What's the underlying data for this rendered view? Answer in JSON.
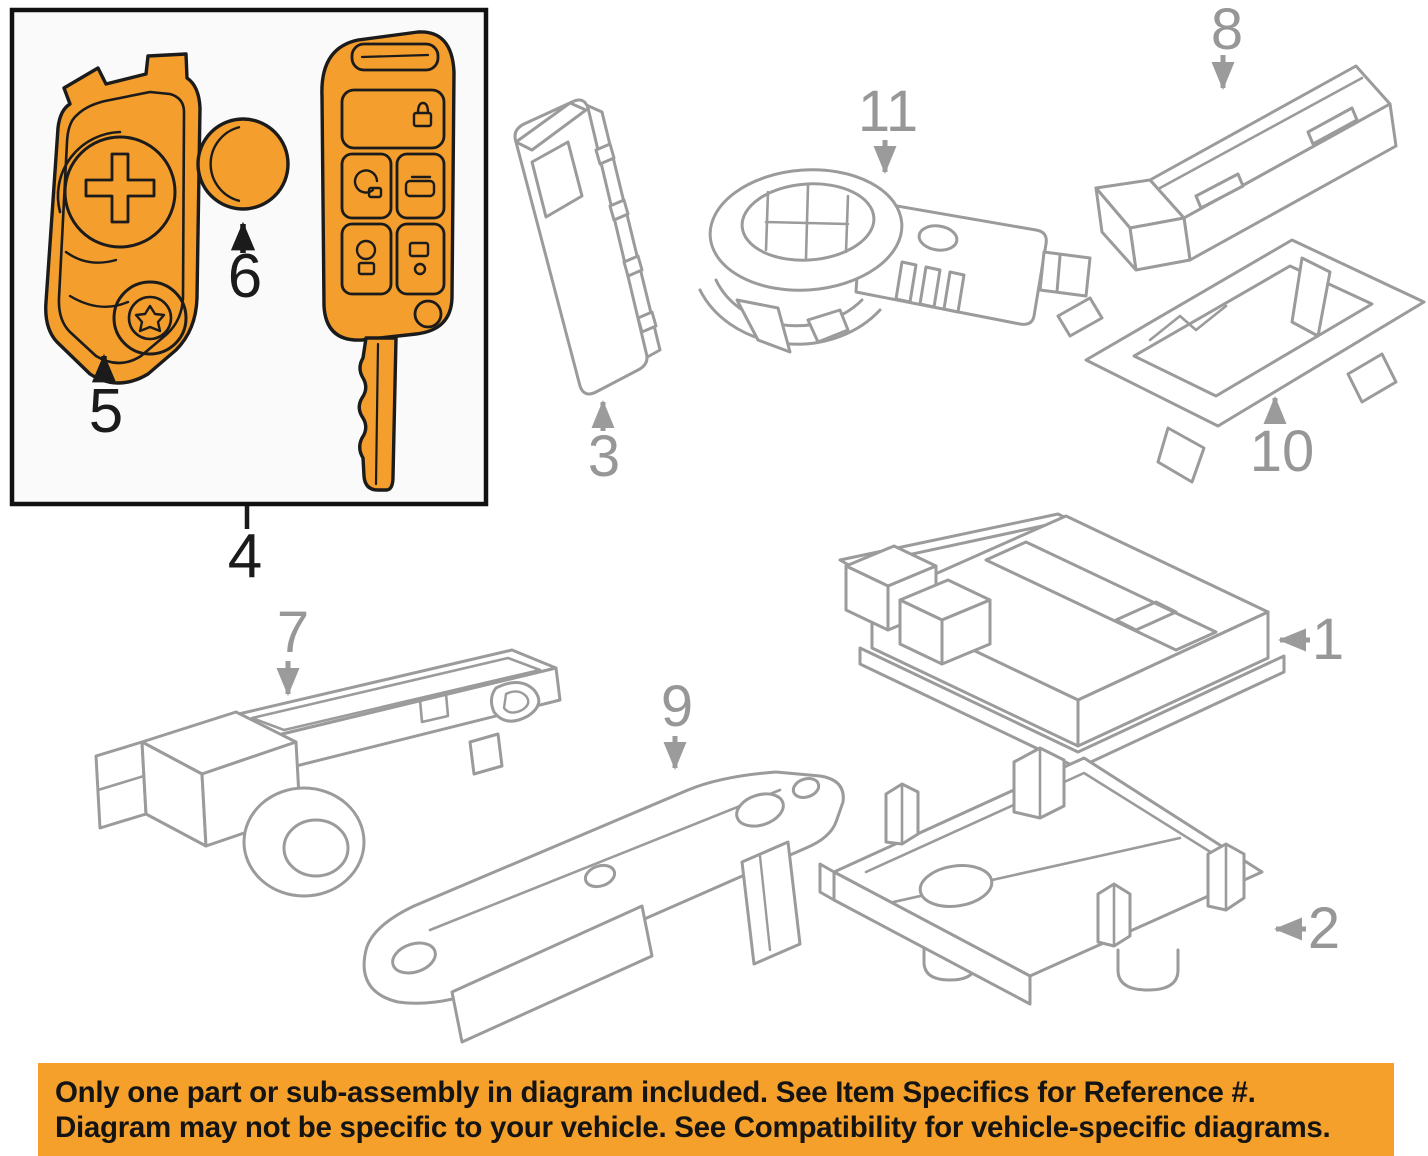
{
  "diagram": {
    "description": "Keyless entry / transmitter components parts diagram",
    "line_color": "#9B9B9B",
    "highlight_color": "#F39E2D",
    "callouts": [
      {
        "number": "1",
        "part": "control-module",
        "color": "gray"
      },
      {
        "number": "2",
        "part": "module-mount-bracket",
        "color": "gray"
      },
      {
        "number": "3",
        "part": "receiver-module",
        "color": "gray"
      },
      {
        "number": "4",
        "part": "transmitter-assembly-box",
        "color": "black"
      },
      {
        "number": "5",
        "part": "key-fob-back-housing",
        "color": "black"
      },
      {
        "number": "6",
        "part": "coin-battery",
        "color": "black"
      },
      {
        "number": "7",
        "part": "antenna-module",
        "color": "gray"
      },
      {
        "number": "8",
        "part": "antenna-module-rear",
        "color": "gray"
      },
      {
        "number": "9",
        "part": "mount-plate-bracket",
        "color": "gray"
      },
      {
        "number": "10",
        "part": "mount-bracket-frame",
        "color": "gray"
      },
      {
        "number": "11",
        "part": "ignition-immobilizer-ring",
        "color": "gray"
      }
    ]
  },
  "banner": {
    "background_color": "#F5A02B",
    "text_color": "#141414",
    "line1": "Only one part or sub-assembly in diagram included. See Item Specifics for Reference #.",
    "line2": "Diagram may not be specific to your vehicle. See Compatibility for vehicle-specific diagrams."
  }
}
